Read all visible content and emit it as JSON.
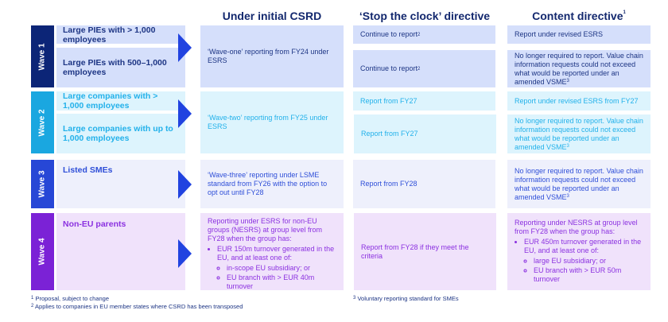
{
  "headers": {
    "csrd": "Under initial CSRD",
    "stop": "‘Stop the clock’ directive",
    "content": "Content directive",
    "content_sup": "1"
  },
  "colors": {
    "wave1": "#0c2577",
    "wave2": "#1aa7e0",
    "wave3": "#2747d6",
    "wave4": "#7b22d6",
    "arrow": "#2143e0"
  },
  "waves": [
    {
      "label": "Wave 1",
      "cats": [
        "Large PIEs with > 1,000 employees",
        "Large PIEs with 500–1,000 employees"
      ],
      "csrd": "‘Wave-one’ reporting from FY24 under ESRS",
      "stop": [
        "Continue to report",
        "Continue to report"
      ],
      "stop_sup": "2",
      "content": [
        "Report under revised ESRS",
        "No longer required to report. Value chain information requests could not exceed what would be reported under an amended VSME"
      ],
      "content_sup": "3"
    },
    {
      "label": "Wave 2",
      "cats": [
        "Large companies with > 1,000 employees",
        "Large companies with up to 1,000 employees"
      ],
      "csrd": "‘Wave-two’ reporting from FY25 under ESRS",
      "stop": [
        "Report from FY27",
        "Report from FY27"
      ],
      "content": [
        "Report under revised ESRS from FY27",
        "No longer required to report. Value chain information requests could not exceed what would be reported under an amended VSME"
      ],
      "content_sup": "3"
    },
    {
      "label": "Wave 3",
      "cats": [
        "Listed SMEs"
      ],
      "csrd": "‘Wave-three’ reporting under LSME standard from FY26 with the option to opt out until FY28",
      "stop": [
        "Report from FY28"
      ],
      "content": [
        "No longer required to report. Value chain information requests could not exceed what would be reported under an amended VSME"
      ],
      "content_sup": "3"
    },
    {
      "label": "Wave 4",
      "cats": [
        "Non-EU parents"
      ],
      "csrd_intro": "Reporting under ESRS for non-EU groups (NESRS) at group level from FY28 when the group has:",
      "csrd_b1": "EUR 150m turnover generated in the EU, and at least one of:",
      "csrd_s1": "in-scope EU subsidiary; or",
      "csrd_s2": "EU branch with > EUR 40m turnover",
      "stop": [
        "Report from FY28 if they meet the criteria"
      ],
      "content_intro": "Reporting under NESRS at group level from FY28 when the group has:",
      "content_b1": "EUR 450m turnover generated in the EU, and at least one of:",
      "content_s1": "large EU subsidiary; or",
      "content_s2": "EU branch with > EUR 50m turnover"
    }
  ],
  "footnotes": {
    "n1": "Proposal, subject to change",
    "n2": "Applies to companies in EU member states where CSRD has been transposed",
    "n3": "Voluntary reporting standard for SMEs",
    "s1": "1",
    "s2": "2",
    "s3": "3"
  }
}
